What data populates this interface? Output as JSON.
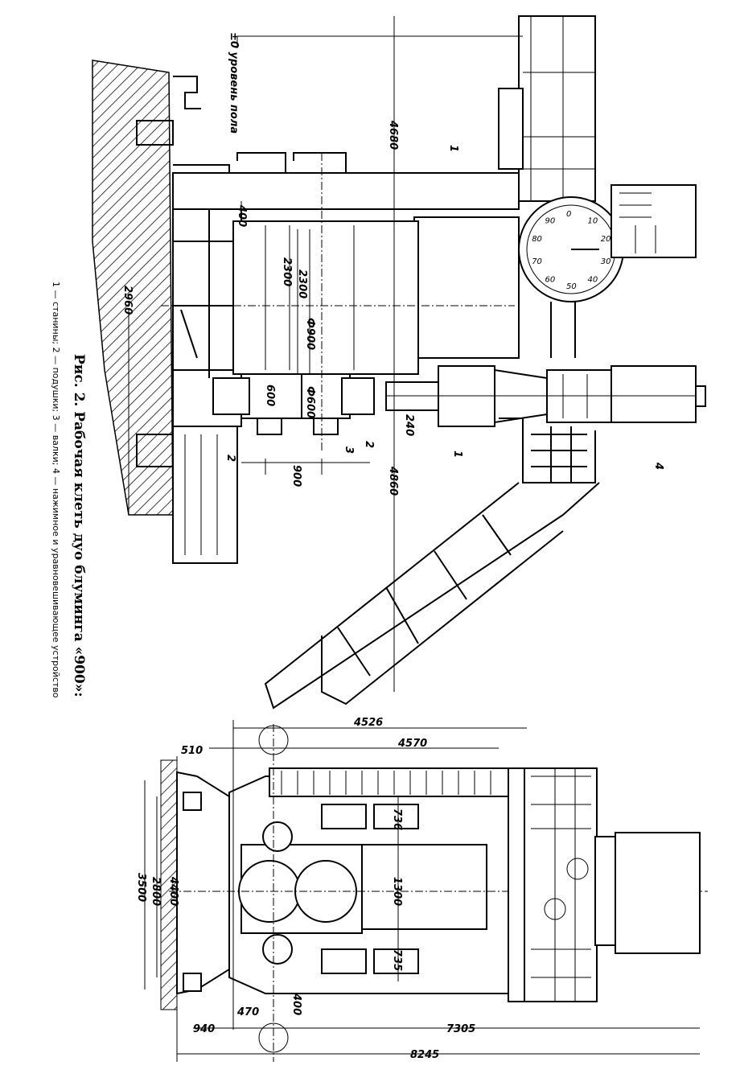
{
  "figure": {
    "title": "Рис. 2. Рабочая клеть дуо блуминга «900»:",
    "legend": "1 — станины; 2 — подушки; 3 — валки; 4 — нажимное и уравновешивающее устройство"
  },
  "section_view": {
    "floor_level": "±0 уровень пола",
    "dimensions": {
      "d4680": "4680",
      "d400": "400",
      "d2300a": "2300",
      "d2300b": "2300",
      "phi900": "Ф900",
      "phi600": "Ф600",
      "d600": "600",
      "d2960": "2960",
      "d4860": "4860",
      "d240": "240",
      "d900": "900"
    },
    "callouts": {
      "c1a": "1",
      "c1b": "1",
      "c2a": "2",
      "c2b": "2",
      "c3": "3",
      "c4": "4"
    },
    "dial_marks": [
      "0",
      "10",
      "20",
      "30",
      "40",
      "50",
      "60",
      "70",
      "80",
      "90"
    ]
  },
  "plan_view": {
    "dimensions": {
      "d4526": "4526",
      "d4570": "4570",
      "d510": "510",
      "d3500": "3500",
      "d2800": "2800",
      "d4400": "4400",
      "d736": "736",
      "d1300": "1300",
      "d735": "735",
      "d940": "940",
      "d470": "470",
      "d400": "400",
      "d7305": "7305",
      "d8245": "8245"
    }
  }
}
